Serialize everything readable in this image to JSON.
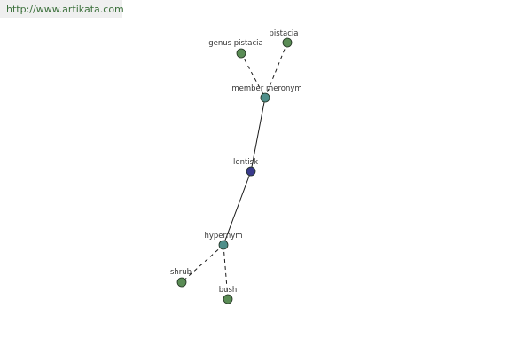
{
  "site": {
    "url": "http://www.artikata.com"
  },
  "graph": {
    "colors": {
      "leaf": "#5a8c55",
      "relation": "#4f8f8a",
      "center": "#3a3a8c",
      "edge": "#1a1a1a"
    },
    "nodes": [
      {
        "id": "genus-pistacia",
        "label": "genus pistacia",
        "kind": "leaf"
      },
      {
        "id": "pistacia",
        "label": "pistacia",
        "kind": "leaf"
      },
      {
        "id": "member-meronym",
        "label": "member meronym",
        "kind": "relation"
      },
      {
        "id": "lentisk",
        "label": "lentisk",
        "kind": "center"
      },
      {
        "id": "hypernym",
        "label": "hypernym",
        "kind": "relation"
      },
      {
        "id": "shrub",
        "label": "shrub",
        "kind": "leaf"
      },
      {
        "id": "bush",
        "label": "bush",
        "kind": "leaf"
      }
    ],
    "edges": [
      {
        "from": "genus-pistacia",
        "to": "member-meronym",
        "style": "dashed"
      },
      {
        "from": "pistacia",
        "to": "member-meronym",
        "style": "dashed"
      },
      {
        "from": "member-meronym",
        "to": "lentisk",
        "style": "solid"
      },
      {
        "from": "lentisk",
        "to": "hypernym",
        "style": "solid"
      },
      {
        "from": "hypernym",
        "to": "shrub",
        "style": "dashed"
      },
      {
        "from": "hypernym",
        "to": "bush",
        "style": "dashed"
      }
    ]
  }
}
